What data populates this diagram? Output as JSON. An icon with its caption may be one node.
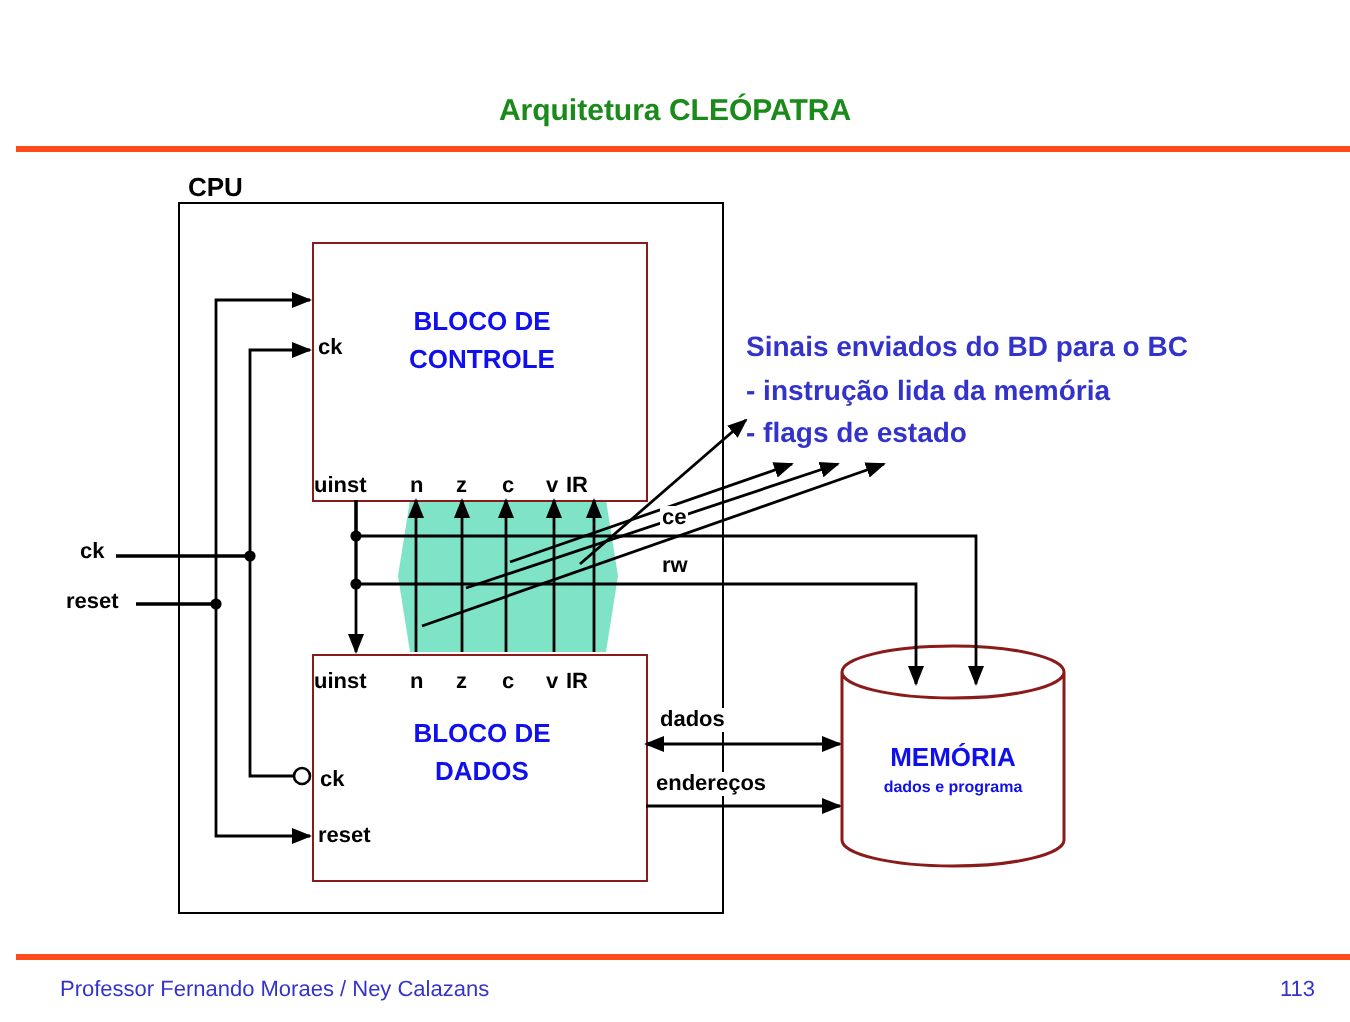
{
  "diagram": {
    "title": "Arquitetura CLEÓPATRA",
    "nodes": [
      {
        "text": [
          "CPU"
        ]
      },
      {
        "text": [
          "ck",
          "BLOCO DE CONTROLE",
          "uinst",
          "n",
          "z",
          "c",
          "v",
          "IR"
        ],
        "in": 0
      },
      {
        "text": [
          "uinst",
          "n",
          "z",
          "c",
          "v",
          "IR",
          "BLOCO DE DADOS",
          "ck",
          "reset"
        ],
        "in": 0
      },
      {
        "text": [
          "MEMÓRIA",
          "dados e programa"
        ]
      },
      {
        "text": [
          "Sinais enviados do BD para o BC",
          "- instrução lida da memória",
          "- flags de estado"
        ]
      },
      {
        "text": [
          "ck"
        ]
      },
      {
        "text": [
          "reset"
        ]
      }
    ],
    "edges": [
      {
        "from": 5,
        "to": 1,
        "arrow": "to"
      },
      {
        "from": 5,
        "to": 2,
        "arrow": "other"
      },
      {
        "from": 6,
        "to": 1,
        "arrow": "to"
      },
      {
        "from": 6,
        "to": 2,
        "arrow": "to"
      },
      {
        "from": 1,
        "to": 2,
        "arrow": "to"
      },
      {
        "from": 1,
        "to": 3,
        "arrow": "to",
        "label": "ce"
      },
      {
        "from": 1,
        "to": 3,
        "arrow": "to",
        "label": "rw"
      },
      {
        "from": 2,
        "to": 1,
        "arrow": "to"
      },
      {
        "from": 2,
        "to": 1,
        "arrow": "to"
      },
      {
        "from": 2,
        "to": 1,
        "arrow": "to"
      },
      {
        "from": 2,
        "to": 1,
        "arrow": "to"
      },
      {
        "from": 2,
        "to": 1,
        "arrow": "to"
      },
      {
        "from": 2,
        "to": 3,
        "arrow": "both",
        "label": "dados"
      },
      {
        "from": 2,
        "to": 3,
        "arrow": "to",
        "label": "endereços"
      },
      {
        "from": null,
        "to": 4,
        "arrow": "to"
      },
      {
        "from": null,
        "to": 4,
        "arrow": "to"
      },
      {
        "from": null,
        "to": 4,
        "arrow": "to"
      },
      {
        "from": null,
        "to": 4,
        "arrow": "to"
      }
    ],
    "labels": [
      "Professor Fernando Moraes / Ney Calazans",
      "113"
    ]
  }
}
